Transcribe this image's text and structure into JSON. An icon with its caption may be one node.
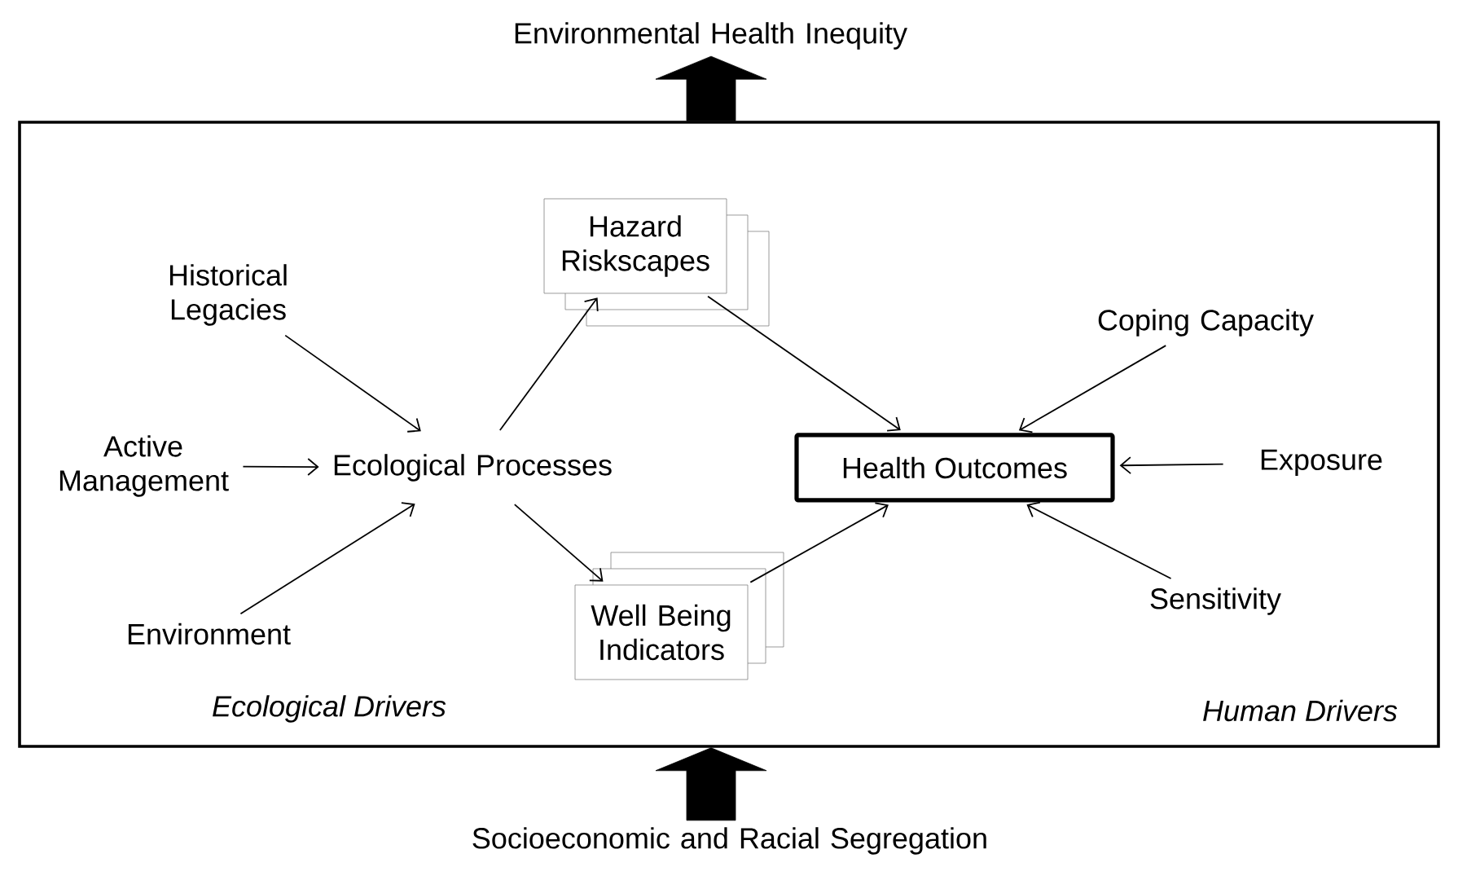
{
  "diagram": {
    "nodes": [
      {
        "text": [
          "Environmental Health Inequity"
        ]
      },
      {
        "text": [],
        "shape": "box"
      },
      {
        "text": [
          "Historical Legacies"
        ],
        "in": 1
      },
      {
        "text": [
          "Active Management"
        ],
        "in": 1
      },
      {
        "text": [
          "Environment"
        ],
        "in": 1
      },
      {
        "text": [
          "Ecological Processes"
        ],
        "in": 1
      },
      {
        "text": [
          "Hazard Riskscapes"
        ],
        "in": 1
      },
      {
        "text": [
          "Well Being Indicators"
        ],
        "in": 1
      },
      {
        "text": [
          "Health Outcomes"
        ],
        "in": 1
      },
      {
        "text": [
          "Coping Capacity"
        ],
        "in": 1
      },
      {
        "text": [
          "Exposure"
        ],
        "in": 1
      },
      {
        "text": [
          "Sensitivity"
        ],
        "in": 1
      },
      {
        "text": [
          "Socioeconomic and Racial Segregation"
        ]
      }
    ],
    "edges": [
      {
        "from": 2,
        "to": 5,
        "arrow": "to"
      },
      {
        "from": 3,
        "to": 5,
        "arrow": "to"
      },
      {
        "from": 4,
        "to": 5,
        "arrow": "to"
      },
      {
        "from": 5,
        "to": 6,
        "arrow": "to"
      },
      {
        "from": 5,
        "to": 7,
        "arrow": "to"
      },
      {
        "from": 6,
        "to": 8,
        "arrow": "to"
      },
      {
        "from": 7,
        "to": 8,
        "arrow": "to"
      },
      {
        "from": 9,
        "to": 8,
        "arrow": "to"
      },
      {
        "from": 10,
        "to": 8,
        "arrow": "to"
      },
      {
        "from": 11,
        "to": 8,
        "arrow": "to"
      },
      {
        "from": 1,
        "to": 0,
        "arrow": "to",
        "style": "thick"
      },
      {
        "from": 12,
        "to": 1,
        "arrow": "to",
        "style": "thick"
      }
    ],
    "labels": [
      "Ecological Drivers",
      "Human Drivers"
    ]
  }
}
